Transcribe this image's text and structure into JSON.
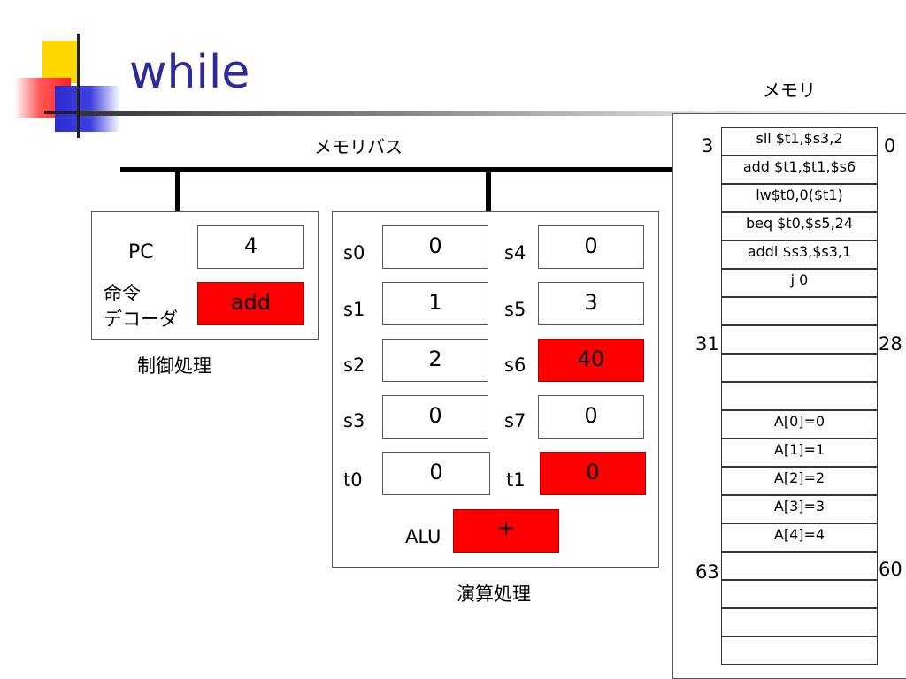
{
  "title": "while",
  "memory_label": "メモリ",
  "bus_label": "メモリバス",
  "control": {
    "caption": "制御処理",
    "pc_label": "PC",
    "pc_value": "4",
    "decoder_label_line1": "命令",
    "decoder_label_line2": "デコーダ",
    "decoder_value": "add"
  },
  "arith": {
    "caption": "演算処理",
    "registers": [
      {
        "name": "s0",
        "value": "0",
        "highlight": false
      },
      {
        "name": "s1",
        "value": "1",
        "highlight": false
      },
      {
        "name": "s2",
        "value": "2",
        "highlight": false
      },
      {
        "name": "s3",
        "value": "0",
        "highlight": false
      },
      {
        "name": "t0",
        "value": "0",
        "highlight": false
      },
      {
        "name": "s4",
        "value": "0",
        "highlight": false
      },
      {
        "name": "s5",
        "value": "3",
        "highlight": false
      },
      {
        "name": "s6",
        "value": "40",
        "highlight": true
      },
      {
        "name": "s7",
        "value": "0",
        "highlight": false
      },
      {
        "name": "t1",
        "value": "0",
        "highlight": true
      }
    ],
    "alu_label": "ALU",
    "alu_value": "+"
  },
  "memory": {
    "cells": [
      "sll $t1,$s3,2",
      "add $t1,$t1,$s6",
      "lw$t0,0($t1)",
      "beq $t0,$s5,24",
      "addi $s3,$s3,1",
      "j 0",
      "",
      "",
      "",
      "",
      "A[0]=0",
      "A[1]=1",
      "A[2]=2",
      "A[3]=3",
      "A[4]=4",
      "",
      "",
      "",
      ""
    ],
    "addr_left": [
      "3",
      "31",
      "63"
    ],
    "addr_right": [
      "0",
      "28",
      "60"
    ]
  },
  "colors": {
    "highlight": "#ff0000",
    "title": "#2b2b99"
  }
}
